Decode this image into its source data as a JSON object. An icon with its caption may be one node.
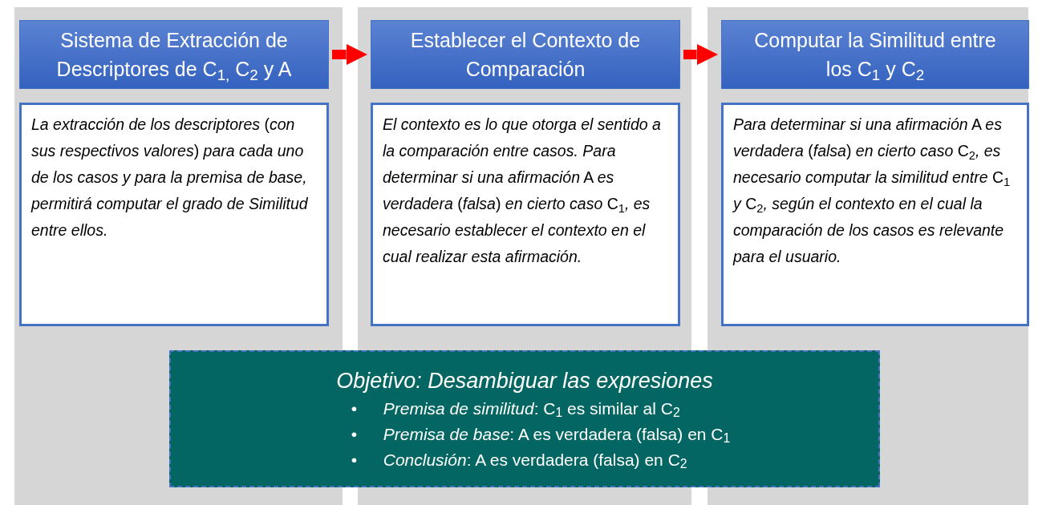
{
  "diagram": {
    "nodes": [
      {
        "text": [],
        "shape": "box"
      },
      {
        "text": [
          "Sistema de Extracción de Descriptores de C$_{1,}$ C$_{2}$ y A"
        ],
        "in": 0
      },
      {
        "text": [
          "*La extracción de los descriptores* (*con sus respectivos valores*) *para cada uno de los casos y para la premisa de base, permitirá computar el grado de Similitud entre ellos.*"
        ],
        "in": 0
      },
      {
        "text": [],
        "shape": "box"
      },
      {
        "text": [
          "Establecer el Contexto de Comparación"
        ],
        "in": 3
      },
      {
        "text": [
          "*El contexto es lo que otorga el sentido a la comparación entre casos. Para determinar si una afirmación* A *es verdadera* (*falsa*) *en cierto caso* C$_{1}$*, es necesario establecer el contexto en el cual realizar esta afirmación.*"
        ],
        "in": 3
      },
      {
        "text": [],
        "shape": "box"
      },
      {
        "text": [
          "Computar la Similitud entre los C$_{1}$ y C$_{2}$"
        ],
        "in": 6
      },
      {
        "text": [
          "*Para determinar si una afirmación* A *es verdadera* (*falsa*) *en cierto caso* C$_{2}$*, es necesario computar la similitud entre* C$_{1}$ *y* C$_{2}$*, según el contexto en el cual la comparación de los casos es relevante para el usuario.*"
        ],
        "in": 6
      },
      {
        "text": [
          "Objetivo: Desambiguar las expresiones",
          "•",
          "*Premisa  de similitud*: C$_{1}$ es similar al C$_{2}$",
          "•",
          "*Premisa de base*: A es verdadera (falsa) en C$_{1}$",
          "•",
          "*Conclusión*: A es verdadera (falsa) en C$_{2}$"
        ]
      }
    ],
    "edges": [
      {
        "from": 1,
        "to": 4,
        "arrow": "to"
      },
      {
        "from": 4,
        "to": 7,
        "arrow": "to"
      }
    ]
  }
}
